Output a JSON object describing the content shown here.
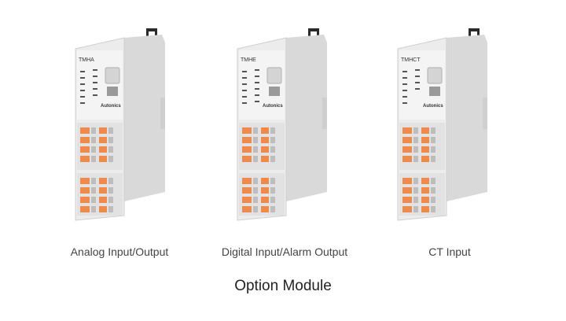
{
  "modules": [
    {
      "model": "TMHA",
      "caption": "Analog Input/Output",
      "brand": "Autonics"
    },
    {
      "model": "TMHE",
      "caption": "Digital Input/Alarm Output",
      "brand": "Autonics"
    },
    {
      "model": "TMHCT",
      "caption": "CT Input",
      "brand": "Autonics"
    }
  ],
  "title": "Option Module",
  "colors": {
    "body": "#ececec",
    "body_shade": "#d9d9d9",
    "terminal_orange": "#f08a4b",
    "terminal_gray": "#bdbdbd",
    "latch": "#2a2a2a"
  }
}
